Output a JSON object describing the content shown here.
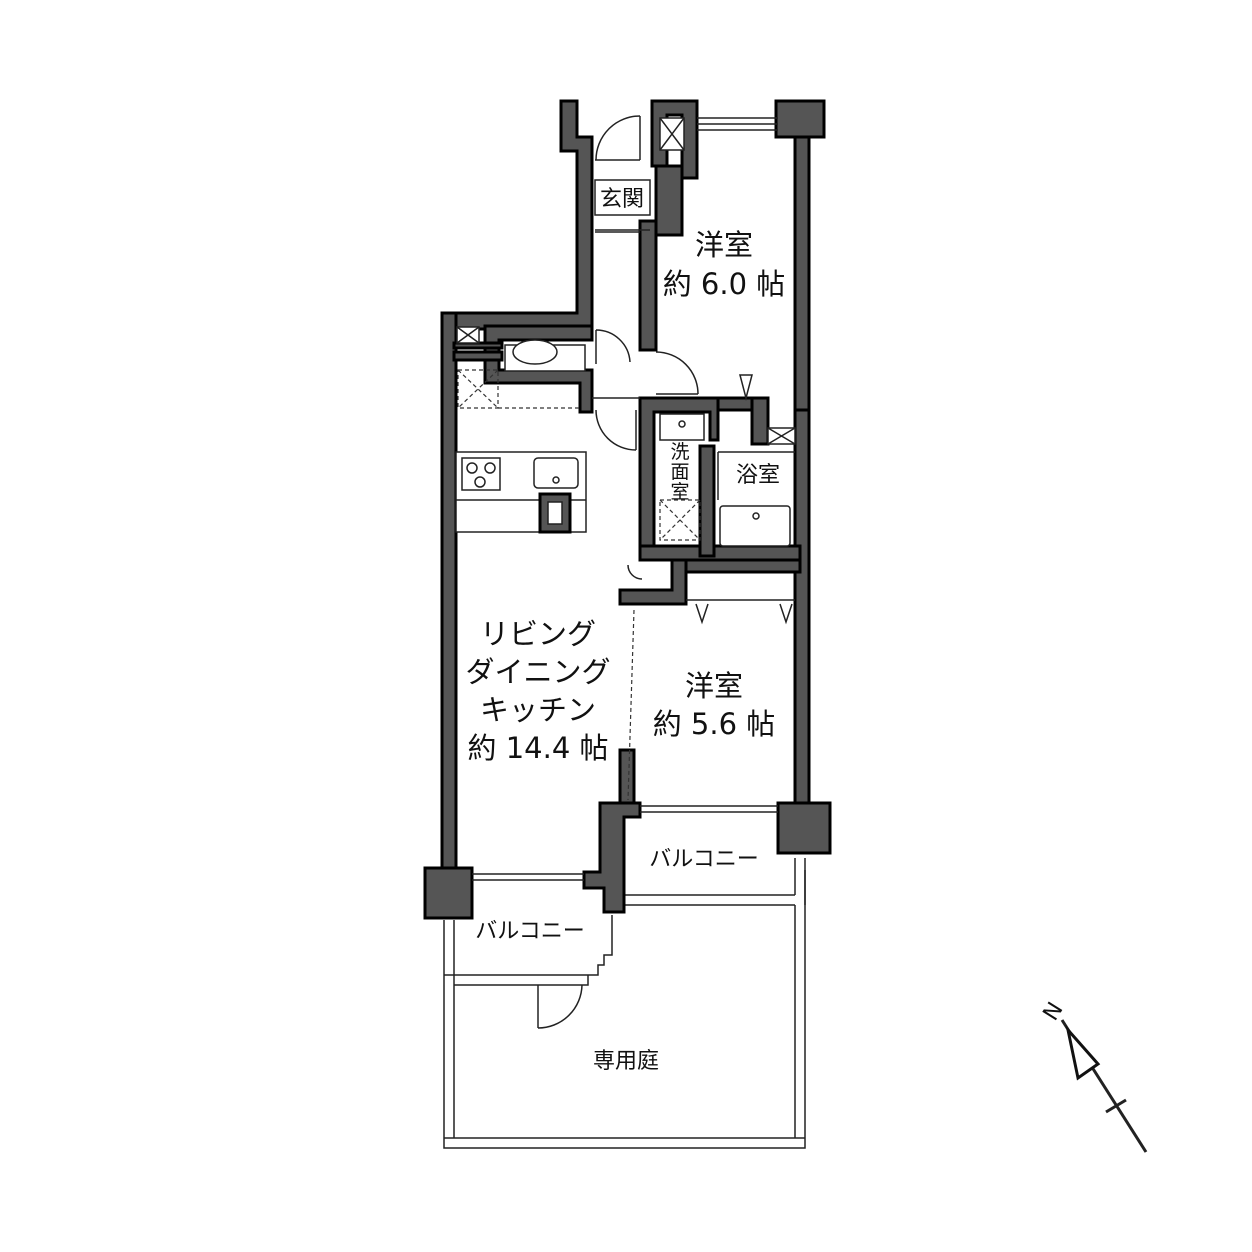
{
  "rooms": {
    "genkan": "玄関",
    "bedroom1": {
      "name": "洋室",
      "size": "約 6.0 帖"
    },
    "bedroom2": {
      "name": "洋室",
      "size": "約 5.6 帖"
    },
    "ldk": {
      "line1": "リビング",
      "line2": "ダイニング",
      "line3": "キッチン",
      "size": "約 14.4 帖"
    },
    "washroom": [
      "洗",
      "面",
      "室"
    ],
    "bath": "浴室",
    "balcony1": "バルコニー",
    "balcony2": "バルコニー",
    "garden": "専用庭"
  },
  "compass": {
    "north_label": "N"
  },
  "colors": {
    "wall": "#555555",
    "outline": "#000000",
    "background": "#ffffff"
  }
}
